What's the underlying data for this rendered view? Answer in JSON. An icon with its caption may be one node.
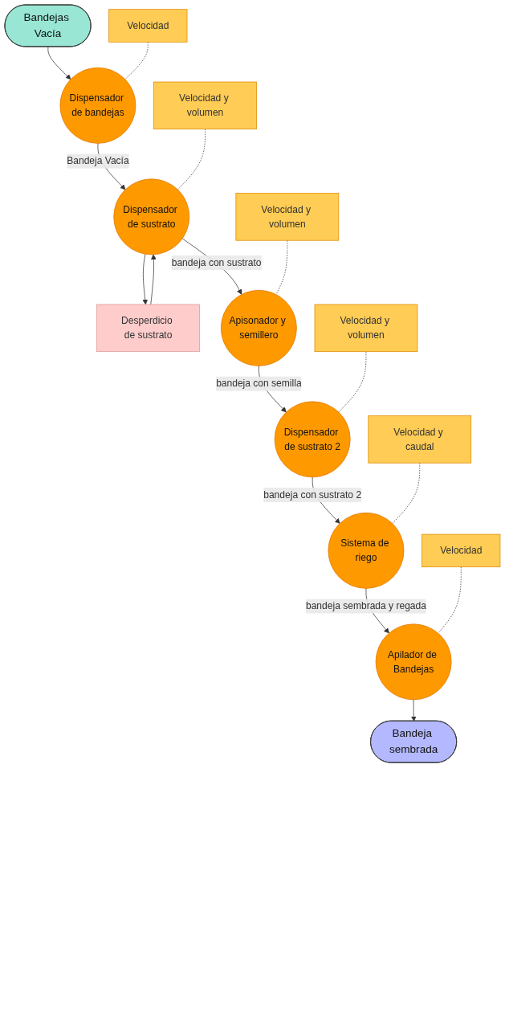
{
  "diagram": {
    "nodes": [
      {
        "text": [
          "Bandejas Vacía"
        ]
      },
      {
        "text": [
          "Velocidad"
        ]
      },
      {
        "text": [
          "Dispensador de bandejas"
        ]
      },
      {
        "text": [
          "Velocidad y volumen"
        ]
      },
      {
        "text": [
          "Dispensador de sustrato"
        ]
      },
      {
        "text": [
          "Desperdicio de sustrato"
        ]
      },
      {
        "text": [
          "Velocidad y volumen"
        ]
      },
      {
        "text": [
          "Apisonador y semillero"
        ]
      },
      {
        "text": [
          "Velocidad y volumen"
        ]
      },
      {
        "text": [
          "Dispensador de sustrato 2"
        ]
      },
      {
        "text": [
          "Velocidad y caudal"
        ]
      },
      {
        "text": [
          "Sistema de riego"
        ]
      },
      {
        "text": [
          "Velocidad"
        ]
      },
      {
        "text": [
          "Apilador de Bandejas"
        ]
      },
      {
        "text": [
          "Bandeja sembrada"
        ]
      }
    ],
    "edges": [
      {
        "from": 0,
        "to": 2,
        "arrow": "to"
      },
      {
        "from": 1,
        "to": 2,
        "arrow": "none",
        "style": "dashed"
      },
      {
        "from": 2,
        "to": 4,
        "arrow": "to",
        "label": "Bandeja Vacía"
      },
      {
        "from": 3,
        "to": 4,
        "arrow": "none",
        "style": "dashed"
      },
      {
        "from": 4,
        "to": 7,
        "arrow": "to",
        "label": "bandeja con sustrato"
      },
      {
        "from": 4,
        "to": 5,
        "arrow": "to"
      },
      {
        "from": 5,
        "to": 4,
        "arrow": "to"
      },
      {
        "from": 6,
        "to": 7,
        "arrow": "none",
        "style": "dashed"
      },
      {
        "from": 7,
        "to": 9,
        "arrow": "to",
        "label": "bandeja con semilla"
      },
      {
        "from": 8,
        "to": 9,
        "arrow": "none",
        "style": "dashed"
      },
      {
        "from": 9,
        "to": 11,
        "arrow": "to",
        "label": "bandeja con sustrato 2"
      },
      {
        "from": 10,
        "to": 11,
        "arrow": "none",
        "style": "dashed"
      },
      {
        "from": 11,
        "to": 13,
        "arrow": "to",
        "label": "bandeja sembrada y regada"
      },
      {
        "from": 12,
        "to": 13,
        "arrow": "none",
        "style": "dashed"
      },
      {
        "from": 13,
        "to": 14,
        "arrow": "to"
      }
    ]
  }
}
